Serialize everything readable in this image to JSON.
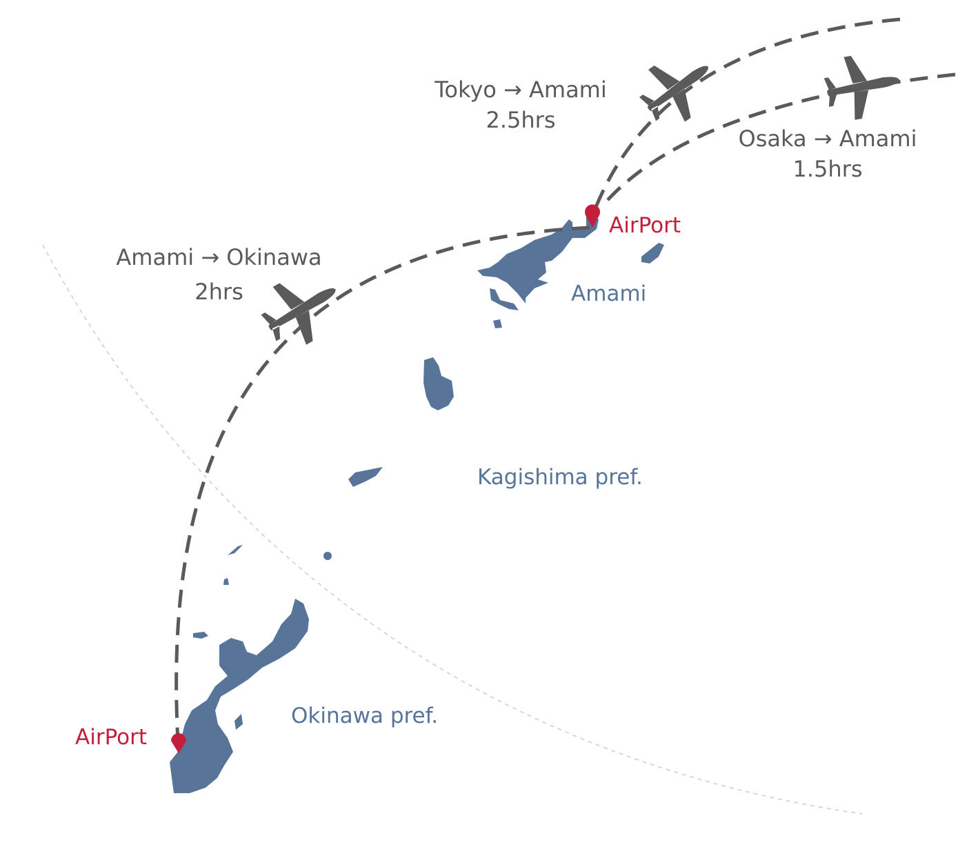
{
  "routes": [
    {
      "from": "Tokyo",
      "arrow": "→",
      "to": "Amami",
      "duration": "2.5hrs"
    },
    {
      "from": "Osaka",
      "arrow": "→",
      "to": "Amami",
      "duration": "1.5hrs"
    },
    {
      "from": "Amami",
      "arrow": "→",
      "to": "Okinawa",
      "duration": "2hrs"
    }
  ],
  "regions": {
    "amami": "Amami",
    "kagoshima": "Kagishima pref.",
    "okinawa": "Okinawa pref."
  },
  "airports": {
    "amami": "AirPort",
    "okinawa": "AirPort"
  },
  "colors": {
    "island": "#587499",
    "route": "#5a5a5a",
    "airport": "#c41e3a",
    "boundary": "#cccccc"
  },
  "icons": [
    "airplane-icon",
    "map-pin-icon"
  ]
}
